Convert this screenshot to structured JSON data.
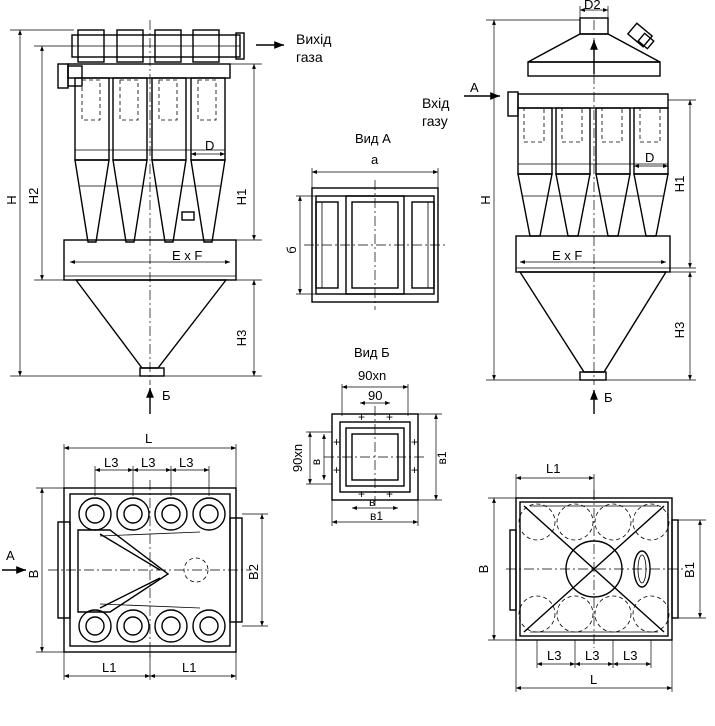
{
  "labels": {
    "left_top": {
      "outlet": [
        "Вихід",
        "газа"
      ],
      "H": "H",
      "H2": "H2",
      "H1": "H1",
      "H3": "H3",
      "D": "D",
      "ExF": "E x F",
      "B_arrow": "Б"
    },
    "right_top": {
      "D2": "D2",
      "A_arrow": "A",
      "inlet": [
        "Вхід",
        "газу"
      ],
      "H": "H",
      "H1": "H1",
      "H3": "H3",
      "D": "D",
      "ExF": "E x F",
      "B_arrow": "Б"
    },
    "view_a": {
      "title": "Вид А",
      "a": "a",
      "b": "б"
    },
    "view_b": {
      "title": "Вид Б",
      "top_dim": "90xn",
      "inner_dim": "90",
      "side_dim": "90xn",
      "v_side": "в",
      "v_bottom": "в",
      "v1_bottom": "в1",
      "v1_right": "в1"
    },
    "left_bottom": {
      "L": "L",
      "L3_1": "L3",
      "L3_2": "L3",
      "L3_3": "L3",
      "A_arrow": "А",
      "B": "B",
      "B2": "B2",
      "L1_1": "L1",
      "L1_2": "L1"
    },
    "right_bottom": {
      "L1": "L1",
      "B": "B",
      "B1": "B1",
      "L3_1": "L3",
      "L3_2": "L3",
      "L3_3": "L3",
      "L": "L"
    }
  }
}
